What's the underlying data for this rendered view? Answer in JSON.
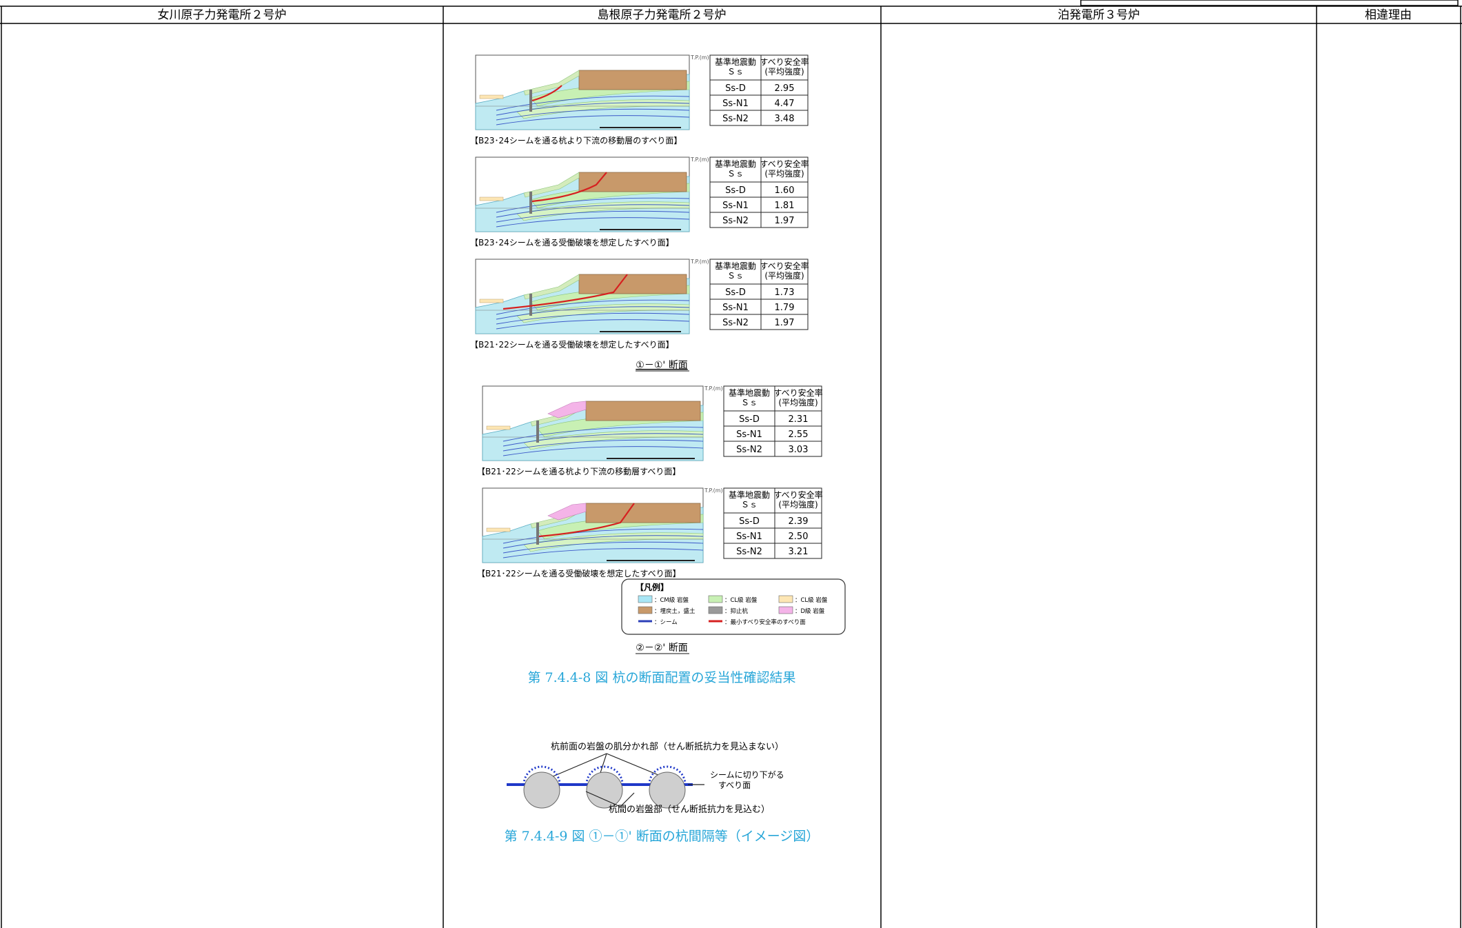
{
  "header": {
    "col1": "女川原子力発電所２号炉",
    "col2": "島根原子力発電所２号炉",
    "col3": "泊発電所３号炉",
    "col4": "相違理由"
  },
  "figure_panels": [
    {
      "caption": "【B23･24シームを通る杭より下流の移動層のすべり面】",
      "table_header": [
        "基準地震動\nＳｓ",
        "すべり安全率\n(平均強度)"
      ],
      "rows": [
        [
          "Ss-D",
          "2.95"
        ],
        [
          "Ss-N1",
          "4.47"
        ],
        [
          "Ss-N2",
          "3.48"
        ]
      ]
    },
    {
      "caption": "【B23･24シームを通る受働破壊を想定したすべり面】",
      "table_header": [
        "基準地震動\nＳｓ",
        "すべり安全率\n(平均強度)"
      ],
      "rows": [
        [
          "Ss-D",
          "1.60"
        ],
        [
          "Ss-N1",
          "1.81"
        ],
        [
          "Ss-N2",
          "1.97"
        ]
      ]
    },
    {
      "caption": "【B21･22シームを通る受働破壊を想定したすべり面】",
      "table_header": [
        "基準地震動\nＳｓ",
        "すべり安全率\n(平均強度)"
      ],
      "rows": [
        [
          "Ss-D",
          "1.73"
        ],
        [
          "Ss-N1",
          "1.79"
        ],
        [
          "Ss-N2",
          "1.97"
        ]
      ]
    },
    {
      "caption": "【B21･22シームを通る杭より下流の移動層すべり面】",
      "table_header": [
        "基準地震動\nＳｓ",
        "すべり安全率\n(平均強度)"
      ],
      "rows": [
        [
          "Ss-D",
          "2.31"
        ],
        [
          "Ss-N1",
          "2.55"
        ],
        [
          "Ss-N2",
          "3.03"
        ]
      ]
    },
    {
      "caption": "【B21･22シームを通る受働破壊を想定したすべり面】",
      "table_header": [
        "基準地震動\nＳｓ",
        "すべり安全率\n(平均強度)"
      ],
      "rows": [
        [
          "Ss-D",
          "2.39"
        ],
        [
          "Ss-N1",
          "2.50"
        ],
        [
          "Ss-N2",
          "3.21"
        ]
      ]
    }
  ],
  "section_labels": [
    "①－①' 断面",
    "②－②' 断面"
  ],
  "legend": {
    "title": "【凡例】",
    "items": [
      {
        "label": "：CM級 岩盤",
        "color": "#a9e6f5"
      },
      {
        "label": "：CL級 岩盤",
        "color": "#c8f0b4"
      },
      {
        "label": "：CL級 岩盤",
        "color": "#fde6b4"
      },
      {
        "label": "：埋戻土，盛土",
        "color": "#c8996a"
      },
      {
        "label": "：抑止杭",
        "color": "#9a9a9a"
      },
      {
        "label": "：D級 岩盤",
        "color": "#f4b4e8"
      },
      {
        "label": "：シーム",
        "color": "#2b3fb8"
      },
      {
        "label": "：最小すべり安全率のすべり面",
        "color": "#d62020"
      }
    ]
  },
  "figure_titles": {
    "fig8": "第 7.4.4-8 図 杭の断面配置の妥当性確認結果",
    "fig9": "第 7.4.4-9 図 ①－①' 断面の杭間隔等（イメージ図）"
  },
  "pile_diagram": {
    "top_label": "杭前面の岩盤の肌分かれ部（せん断抵抗力を見込まない）",
    "right_label_1": "シームに切り下がる",
    "right_label_2": "すべり面",
    "bottom_label": "杭間の岩盤部（せん断抵抗力を見込む）"
  }
}
